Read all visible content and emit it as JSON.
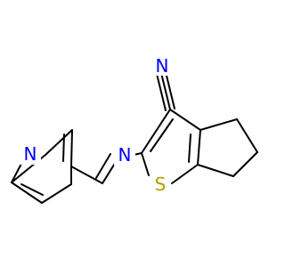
{
  "molecule": {
    "atoms": {
      "nitrile_n": "N",
      "imine_n": "N",
      "pyridine_n": "N",
      "sulfur": "S"
    }
  },
  "colors": {
    "nitrogen": "#0000ff",
    "sulfur": "#b3a100",
    "bond": "#000000",
    "background": "#ffffff"
  }
}
